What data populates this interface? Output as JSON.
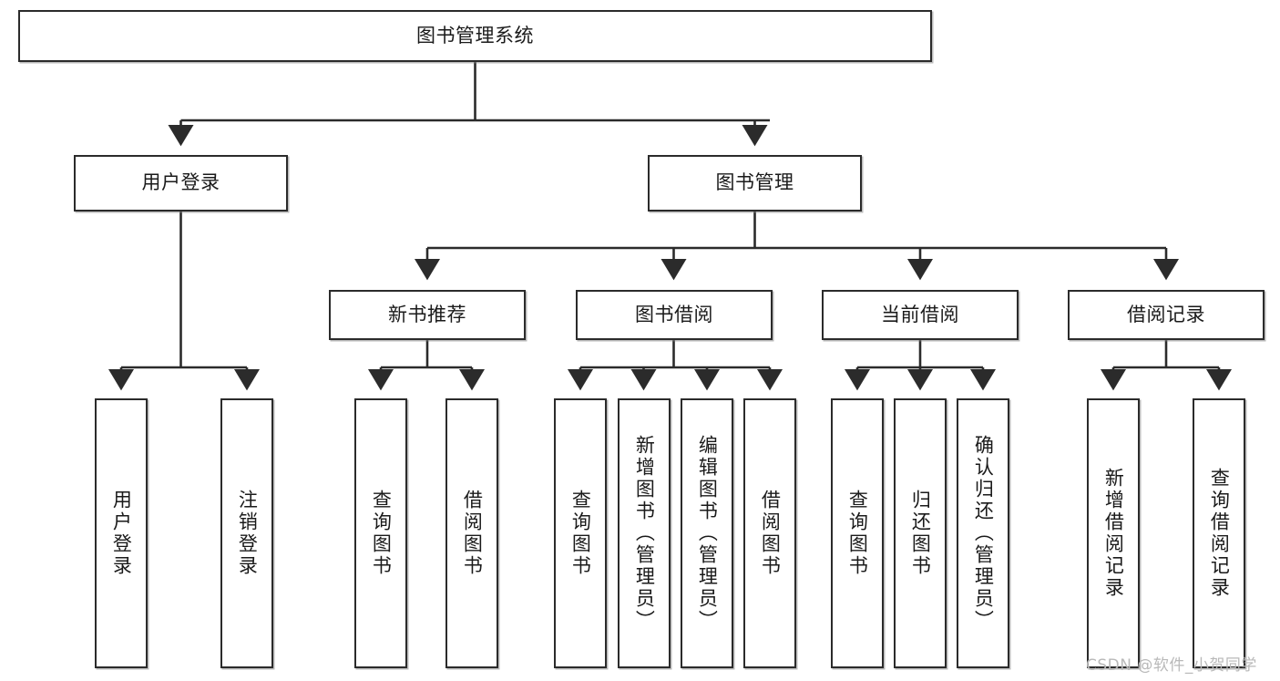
{
  "diagram": {
    "title": "图书管理系统",
    "type": "tree-hierarchy-chart",
    "style": {
      "box_border_color": "#2b2b2b",
      "box_fill_color": "#ffffff",
      "connector_color": "#2b2b2b",
      "text_color": "#1a1a1a",
      "background_color": "#ffffff"
    },
    "root": {
      "label": "图书管理系统"
    },
    "level2": [
      {
        "label": "用户登录"
      },
      {
        "label": "图书管理"
      }
    ],
    "level3": [
      {
        "label": "新书推荐"
      },
      {
        "label": "图书借阅"
      },
      {
        "label": "当前借阅"
      },
      {
        "label": "借阅记录"
      }
    ],
    "leaves": {
      "user_login": [
        {
          "label": "用户登录"
        },
        {
          "label": "注销登录"
        }
      ],
      "new_book_recommend": [
        {
          "label": "查询图书"
        },
        {
          "label": "借阅图书"
        }
      ],
      "book_borrow": [
        {
          "label": "查询图书"
        },
        {
          "label": "新增图书（管理员）"
        },
        {
          "label": "编辑图书（管理员）"
        },
        {
          "label": "借阅图书"
        }
      ],
      "current_borrow": [
        {
          "label": "查询图书"
        },
        {
          "label": "归还图书"
        },
        {
          "label": "确认归还（管理员）"
        }
      ],
      "borrow_record": [
        {
          "label": "新增借阅记录"
        },
        {
          "label": "查询借阅记录"
        }
      ]
    }
  },
  "watermark": {
    "text": "CSDN @软件_小贺同学"
  }
}
